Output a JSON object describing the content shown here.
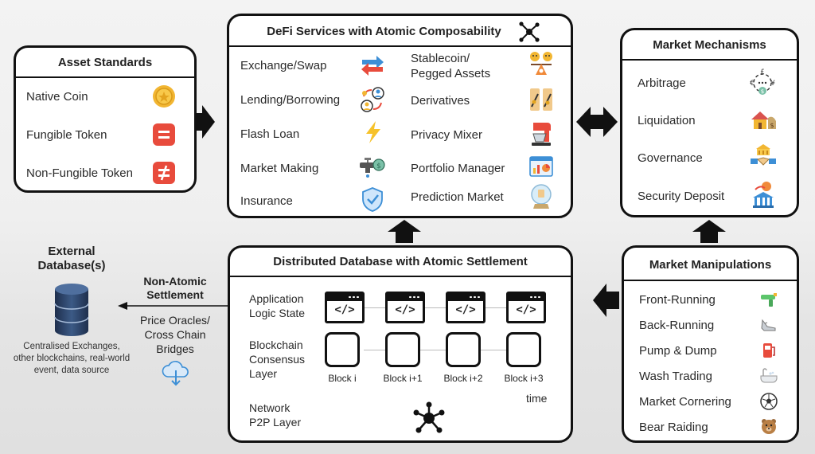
{
  "asset_standards": {
    "title": "Asset Standards",
    "items": [
      {
        "label": "Native Coin",
        "icon": "gold-coin-icon"
      },
      {
        "label": "Fungible Token",
        "icon": "equals-sign-icon"
      },
      {
        "label": "Non-Fungible Token",
        "icon": "not-equal-sign-icon"
      }
    ]
  },
  "defi_services": {
    "title": "DeFi Services with Atomic Composability",
    "title_icon": "network-node-icon",
    "left_items": [
      {
        "label": "Exchange/Swap",
        "icon": "swap-arrows-icon"
      },
      {
        "label": "Lending/Borrowing",
        "icon": "lending-people-icon"
      },
      {
        "label": "Flash Loan",
        "icon": "lightning-icon"
      },
      {
        "label": "Market Making",
        "icon": "coin-faucet-icon"
      },
      {
        "label": "Insurance",
        "icon": "shield-check-icon"
      }
    ],
    "right_items": [
      {
        "label_line1": "Stablecoin/",
        "label_line2": "Pegged Assets",
        "icon": "balance-scale-icon"
      },
      {
        "label": "Derivatives",
        "icon": "contract-icon"
      },
      {
        "label": "Privacy Mixer",
        "icon": "stand-mixer-icon"
      },
      {
        "label": "Portfolio Manager",
        "icon": "dashboard-chart-icon"
      },
      {
        "label": "Prediction Market",
        "icon": "crystal-ball-icon"
      }
    ]
  },
  "market_mechanisms": {
    "title": "Market Mechanisms",
    "items": [
      {
        "label": "Arbitrage",
        "icon": "currency-exchange-icon"
      },
      {
        "label": "Liquidation",
        "icon": "house-money-icon"
      },
      {
        "label": "Governance",
        "icon": "handshake-building-icon"
      },
      {
        "label": "Security Deposit",
        "icon": "bank-coin-icon"
      }
    ]
  },
  "distributed_database": {
    "title": "Distributed Database with Atomic Settlement",
    "layers": {
      "app_line1": "Application",
      "app_line2": "Logic State",
      "consensus_line1": "Blockchain",
      "consensus_line2": "Consensus",
      "consensus_line3": "Layer",
      "network_line1": "Network",
      "network_line2": "P2P Layer"
    },
    "code_tag": "</>",
    "blocks": [
      "Block i",
      "Block i+1",
      "Block i+2",
      "Block i+3"
    ],
    "time_label": "time"
  },
  "market_manipulations": {
    "title": "Market Manipulations",
    "items": [
      {
        "label": "Front-Running",
        "icon": "water-gun-icon"
      },
      {
        "label": "Back-Running",
        "icon": "sneaker-icon"
      },
      {
        "label": "Pump & Dump",
        "icon": "gas-pump-icon"
      },
      {
        "label": "Wash Trading",
        "icon": "bathtub-icon"
      },
      {
        "label": "Market Cornering",
        "icon": "soccer-ball-icon"
      },
      {
        "label": "Bear Raiding",
        "icon": "teddy-bear-icon"
      }
    ]
  },
  "external": {
    "title_line1": "External",
    "title_line2": "Database(s)",
    "desc_line1": "Centralised Exchanges,",
    "desc_line2": "other blockchains, real-world",
    "desc_line3": "event, data source",
    "settlement_line1": "Non-Atomic",
    "settlement_line2": "Settlement",
    "oracle_line1": "Price Oracles/",
    "oracle_line2": "Cross Chain",
    "oracle_line3": "Bridges",
    "icon": "database-icon",
    "cloud_icon": "cloud-download-icon"
  },
  "colors": {
    "border": "#111111",
    "red_badge": "#e84b3c",
    "gold": "#f2b632",
    "blue": "#3d8fd6"
  }
}
